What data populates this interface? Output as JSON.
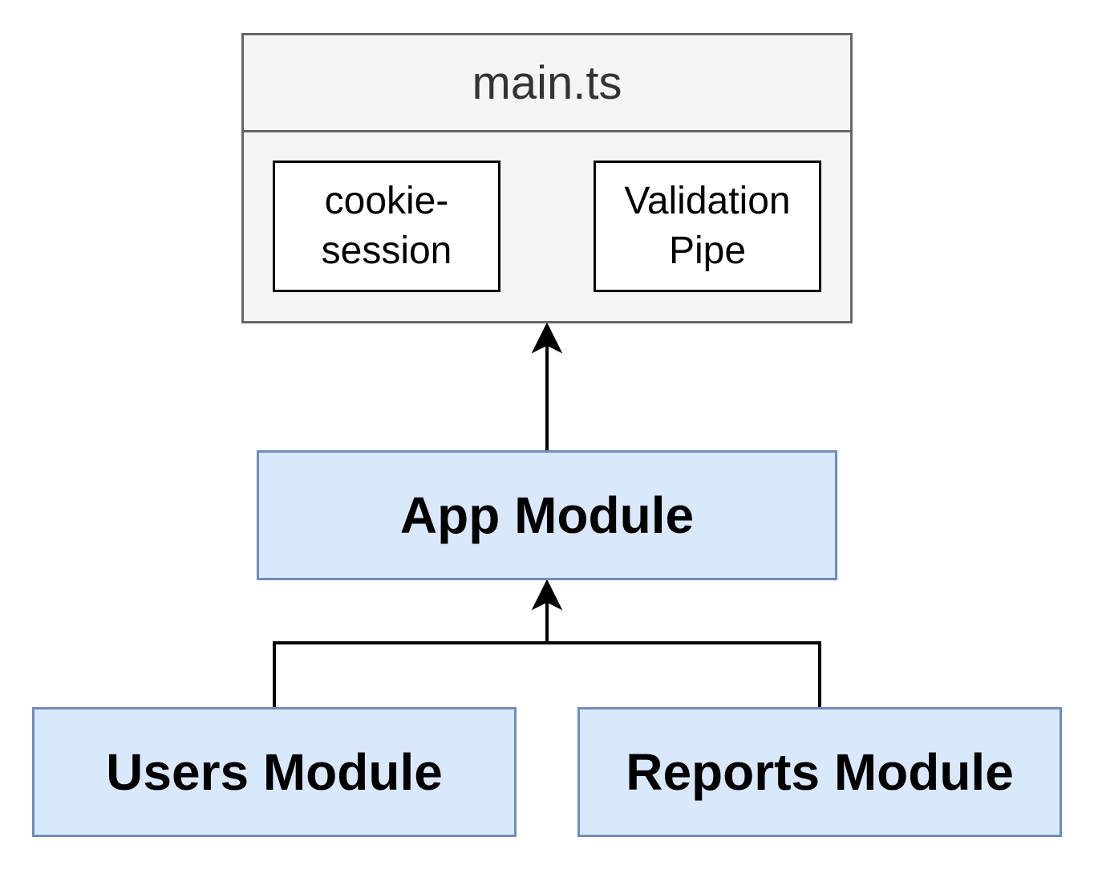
{
  "diagram": {
    "container": {
      "title": "main.ts"
    },
    "plugins": [
      {
        "line1": "cookie-",
        "line2": "session"
      },
      {
        "line1": "Validation",
        "line2": "Pipe"
      }
    ],
    "modules": {
      "app": "App Module",
      "users": "Users Module",
      "reports": "Reports Module"
    },
    "edges": [
      {
        "from": "App Module",
        "to": "main.ts"
      },
      {
        "from": "Users Module",
        "to": "App Module"
      },
      {
        "from": "Reports Module",
        "to": "App Module"
      }
    ],
    "colors": {
      "container_fill": "#f5f5f5",
      "container_stroke": "#666666",
      "module_fill": "#dae8fc",
      "module_stroke": "#6c8ebf",
      "edge": "#000000"
    }
  }
}
